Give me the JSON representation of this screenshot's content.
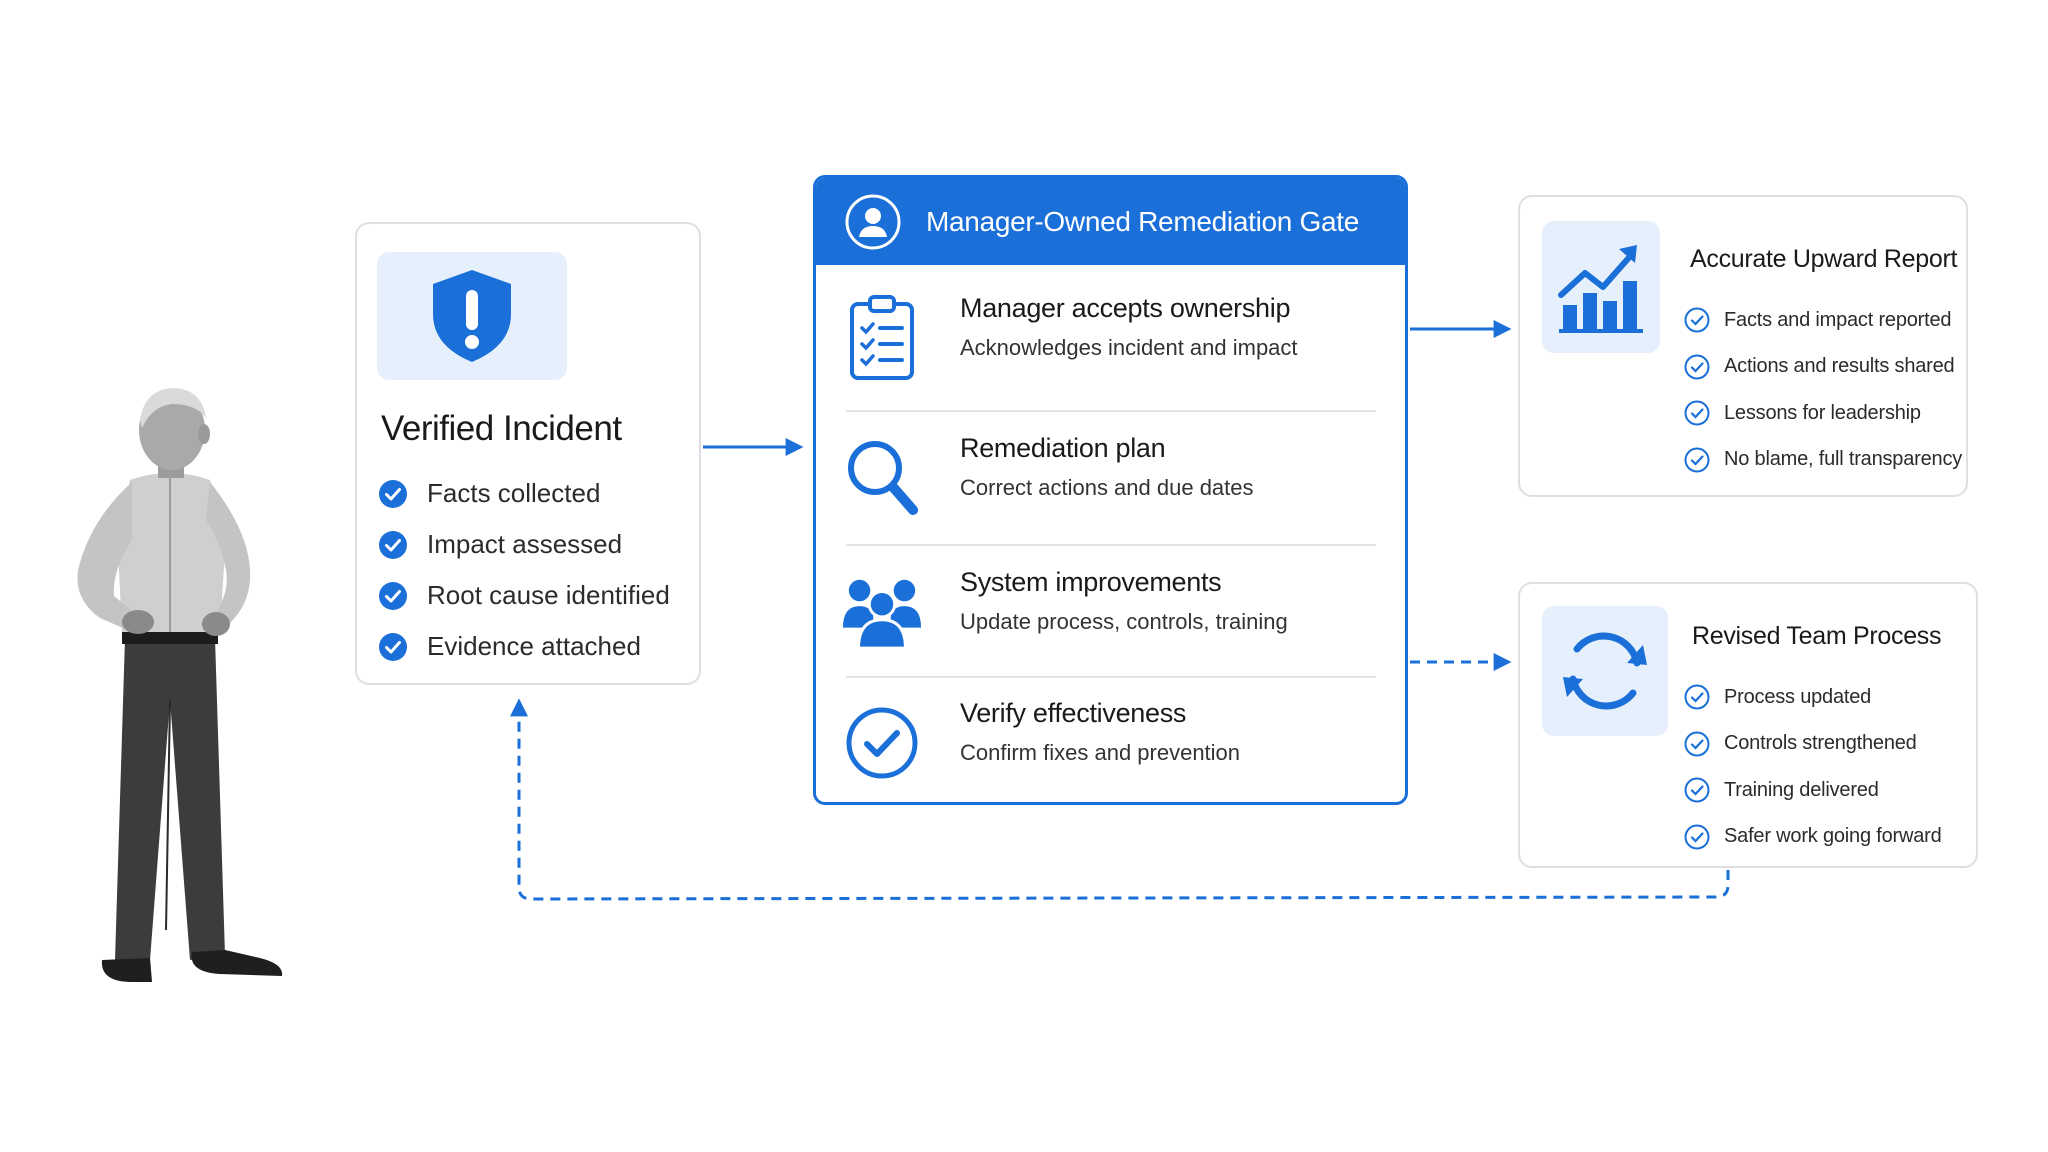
{
  "incident": {
    "title": "Verified Incident",
    "items": [
      "Facts collected",
      "Impact assessed",
      "Root cause identified",
      "Evidence attached"
    ],
    "icon": "shield-exclamation-icon"
  },
  "gate": {
    "title": "Manager-Owned Remediation Gate",
    "icon": "user-circle-icon",
    "steps": [
      {
        "title": "Manager accepts ownership",
        "subtitle": "Acknowledges incident and impact",
        "icon": "clipboard-checklist-icon"
      },
      {
        "title": "Remediation plan",
        "subtitle": "Correct actions and due dates",
        "icon": "magnifier-icon"
      },
      {
        "title": "System improvements",
        "subtitle": "Update process, controls, training",
        "icon": "people-group-icon"
      },
      {
        "title": "Verify effectiveness",
        "subtitle": "Confirm fixes and prevention",
        "icon": "check-circle-icon"
      }
    ]
  },
  "report": {
    "title": "Accurate Upward Report",
    "icon": "bar-chart-trend-icon",
    "items": [
      "Facts and impact reported",
      "Actions and results shared",
      "Lessons for leadership",
      "No blame, full transparency"
    ]
  },
  "revised": {
    "title": "Revised Team Process",
    "icon": "refresh-cycle-icon",
    "items": [
      "Process updated",
      "Controls strengthened",
      "Training delivered",
      "Safer work going forward"
    ]
  },
  "colors": {
    "accent": "#1a6fd8",
    "tile": "#e6f0fc",
    "border": "#dcdfe4"
  }
}
